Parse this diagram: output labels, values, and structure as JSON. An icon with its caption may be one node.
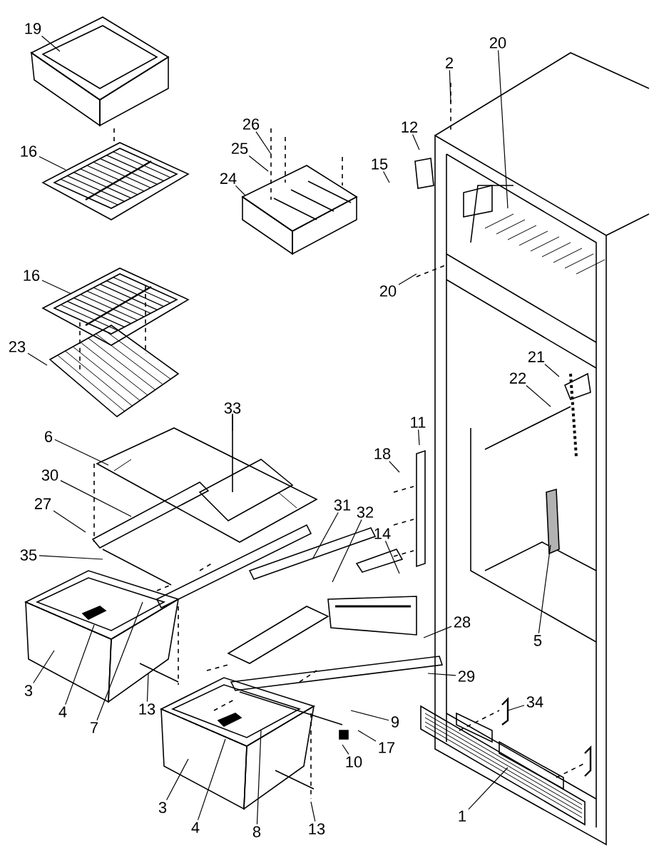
{
  "diagram": {
    "nodes": [
      {
        "text": [
          "19"
        ]
      },
      {
        "text": [
          "16"
        ]
      },
      {
        "text": [
          "16"
        ]
      },
      {
        "text": [
          "23"
        ]
      },
      {
        "text": [
          "26"
        ]
      },
      {
        "text": [
          "25"
        ]
      },
      {
        "text": [
          "24"
        ]
      },
      {
        "text": [
          "2"
        ]
      },
      {
        "text": [
          "20"
        ]
      },
      {
        "text": [
          "12"
        ]
      },
      {
        "text": [
          "15"
        ]
      },
      {
        "text": [
          "20"
        ]
      },
      {
        "text": [
          "21"
        ]
      },
      {
        "text": [
          "22"
        ]
      },
      {
        "text": [
          "11"
        ]
      },
      {
        "text": [
          "18"
        ]
      },
      {
        "text": [
          "33"
        ]
      },
      {
        "text": [
          "6"
        ]
      },
      {
        "text": [
          "30"
        ]
      },
      {
        "text": [
          "27"
        ]
      },
      {
        "text": [
          "35"
        ]
      },
      {
        "text": [
          "31"
        ]
      },
      {
        "text": [
          "32"
        ]
      },
      {
        "text": [
          "14"
        ]
      },
      {
        "text": [
          "3"
        ]
      },
      {
        "text": [
          "4"
        ]
      },
      {
        "text": [
          "7"
        ]
      },
      {
        "text": [
          "13"
        ]
      },
      {
        "text": [
          "28"
        ]
      },
      {
        "text": [
          "29"
        ]
      },
      {
        "text": [
          "5"
        ]
      },
      {
        "text": [
          "9"
        ]
      },
      {
        "text": [
          "17"
        ]
      },
      {
        "text": [
          "10"
        ]
      },
      {
        "text": [
          "3"
        ]
      },
      {
        "text": [
          "4"
        ]
      },
      {
        "text": [
          "8"
        ]
      },
      {
        "text": [
          "13"
        ]
      },
      {
        "text": [
          "34"
        ]
      },
      {
        "text": [
          "1"
        ]
      }
    ],
    "edges": [
      {
        "from": 0,
        "to": null,
        "arrow": "none"
      },
      {
        "from": 1,
        "to": null,
        "arrow": "none"
      },
      {
        "from": 2,
        "to": null,
        "arrow": "none"
      },
      {
        "from": 3,
        "to": null,
        "arrow": "none"
      },
      {
        "from": 4,
        "to": null,
        "arrow": "none"
      },
      {
        "from": 5,
        "to": null,
        "arrow": "none"
      },
      {
        "from": 6,
        "to": null,
        "arrow": "none"
      },
      {
        "from": 7,
        "to": null,
        "arrow": "none"
      },
      {
        "from": 8,
        "to": null,
        "arrow": "none"
      },
      {
        "from": 9,
        "to": null,
        "arrow": "none"
      },
      {
        "from": 10,
        "to": null,
        "arrow": "none"
      },
      {
        "from": 11,
        "to": null,
        "arrow": "none"
      },
      {
        "from": 12,
        "to": null,
        "arrow": "none"
      },
      {
        "from": 13,
        "to": null,
        "arrow": "none"
      },
      {
        "from": 14,
        "to": null,
        "arrow": "none"
      },
      {
        "from": 15,
        "to": null,
        "arrow": "none"
      },
      {
        "from": 16,
        "to": null,
        "arrow": "none"
      },
      {
        "from": 17,
        "to": null,
        "arrow": "none"
      },
      {
        "from": 18,
        "to": null,
        "arrow": "none"
      },
      {
        "from": 19,
        "to": null,
        "arrow": "none"
      },
      {
        "from": 20,
        "to": null,
        "arrow": "none"
      },
      {
        "from": 21,
        "to": null,
        "arrow": "none"
      },
      {
        "from": 22,
        "to": null,
        "arrow": "none"
      },
      {
        "from": 23,
        "to": null,
        "arrow": "none"
      },
      {
        "from": 24,
        "to": null,
        "arrow": "none"
      },
      {
        "from": 25,
        "to": null,
        "arrow": "none"
      },
      {
        "from": 26,
        "to": null,
        "arrow": "none"
      },
      {
        "from": 27,
        "to": null,
        "arrow": "none"
      },
      {
        "from": 28,
        "to": null,
        "arrow": "none"
      },
      {
        "from": 29,
        "to": null,
        "arrow": "none"
      },
      {
        "from": 30,
        "to": null,
        "arrow": "none"
      },
      {
        "from": 31,
        "to": null,
        "arrow": "none"
      },
      {
        "from": 32,
        "to": null,
        "arrow": "none"
      },
      {
        "from": 33,
        "to": null,
        "arrow": "none"
      },
      {
        "from": 34,
        "to": null,
        "arrow": "none"
      },
      {
        "from": 35,
        "to": null,
        "arrow": "none"
      },
      {
        "from": 36,
        "to": null,
        "arrow": "none"
      },
      {
        "from": 37,
        "to": null,
        "arrow": "none"
      },
      {
        "from": 38,
        "to": null,
        "arrow": "none"
      },
      {
        "from": 39,
        "to": null,
        "arrow": "none"
      }
    ]
  }
}
